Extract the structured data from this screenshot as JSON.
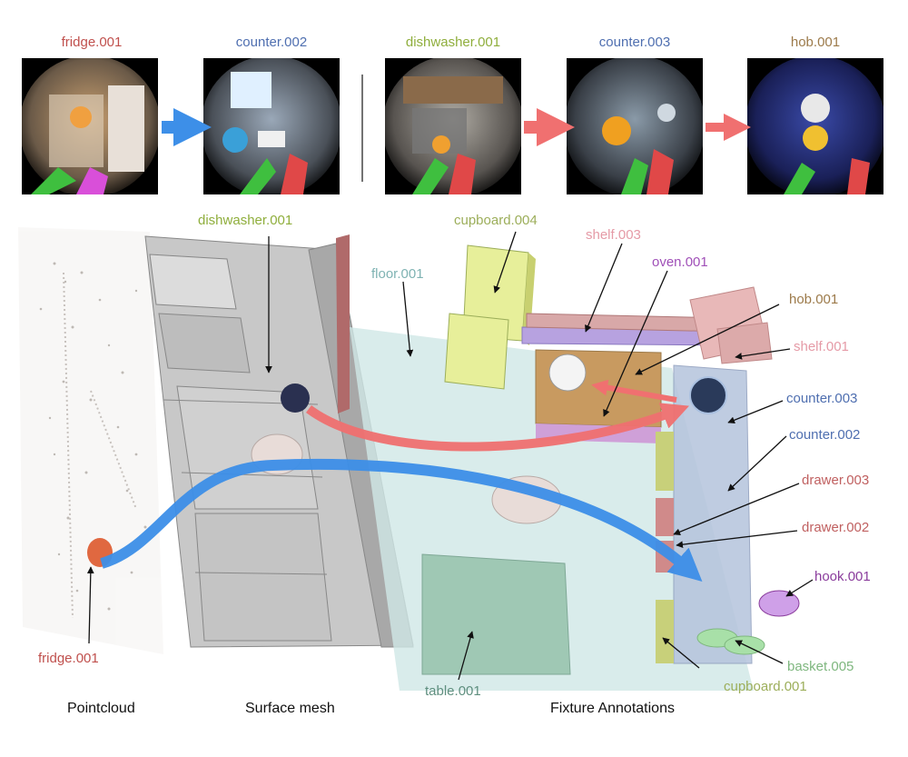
{
  "frames": [
    {
      "label": "fridge.001",
      "color": "#c0504d"
    },
    {
      "label": "counter.002",
      "color": "#4f6fb0"
    },
    {
      "label": "dishwasher.001",
      "color": "#8fae3c"
    },
    {
      "label": "counter.003",
      "color": "#4f6fb0"
    },
    {
      "label": "hob.001",
      "color": "#9c7a4a"
    }
  ],
  "transitions": {
    "blue_arrow_color": "#3d8fe8",
    "red_arrow_color": "#f07070"
  },
  "scene_labels": {
    "dishwasher": {
      "text": "dishwasher.001",
      "color": "#8fae3c"
    },
    "cupboard_004": {
      "text": "cupboard.004",
      "color": "#9cae5a"
    },
    "shelf_003": {
      "text": "shelf.003",
      "color": "#e59aa6"
    },
    "oven": {
      "text": "oven.001",
      "color": "#a050b8"
    },
    "floor": {
      "text": "floor.001",
      "color": "#7fb3b3"
    },
    "hob": {
      "text": "hob.001",
      "color": "#9c7a4a"
    },
    "shelf_001": {
      "text": "shelf.001",
      "color": "#e59aa6"
    },
    "counter_003": {
      "text": "counter.003",
      "color": "#4f6fb0"
    },
    "counter_002": {
      "text": "counter.002",
      "color": "#4f6fb0"
    },
    "drawer_003": {
      "text": "drawer.003",
      "color": "#c06060"
    },
    "drawer_002": {
      "text": "drawer.002",
      "color": "#c06060"
    },
    "hook": {
      "text": "hook.001",
      "color": "#8a3c9c"
    },
    "basket": {
      "text": "basket.005",
      "color": "#7fb77f"
    },
    "cupboard_001": {
      "text": "cupboard.001",
      "color": "#9cae5a"
    },
    "table": {
      "text": "table.001",
      "color": "#5f8f7f"
    },
    "fridge": {
      "text": "fridge.001",
      "color": "#c0504d"
    }
  },
  "sections": {
    "pointcloud": "Pointcloud",
    "surface_mesh": "Surface mesh",
    "fixture_annotations": "Fixture Annotations"
  }
}
